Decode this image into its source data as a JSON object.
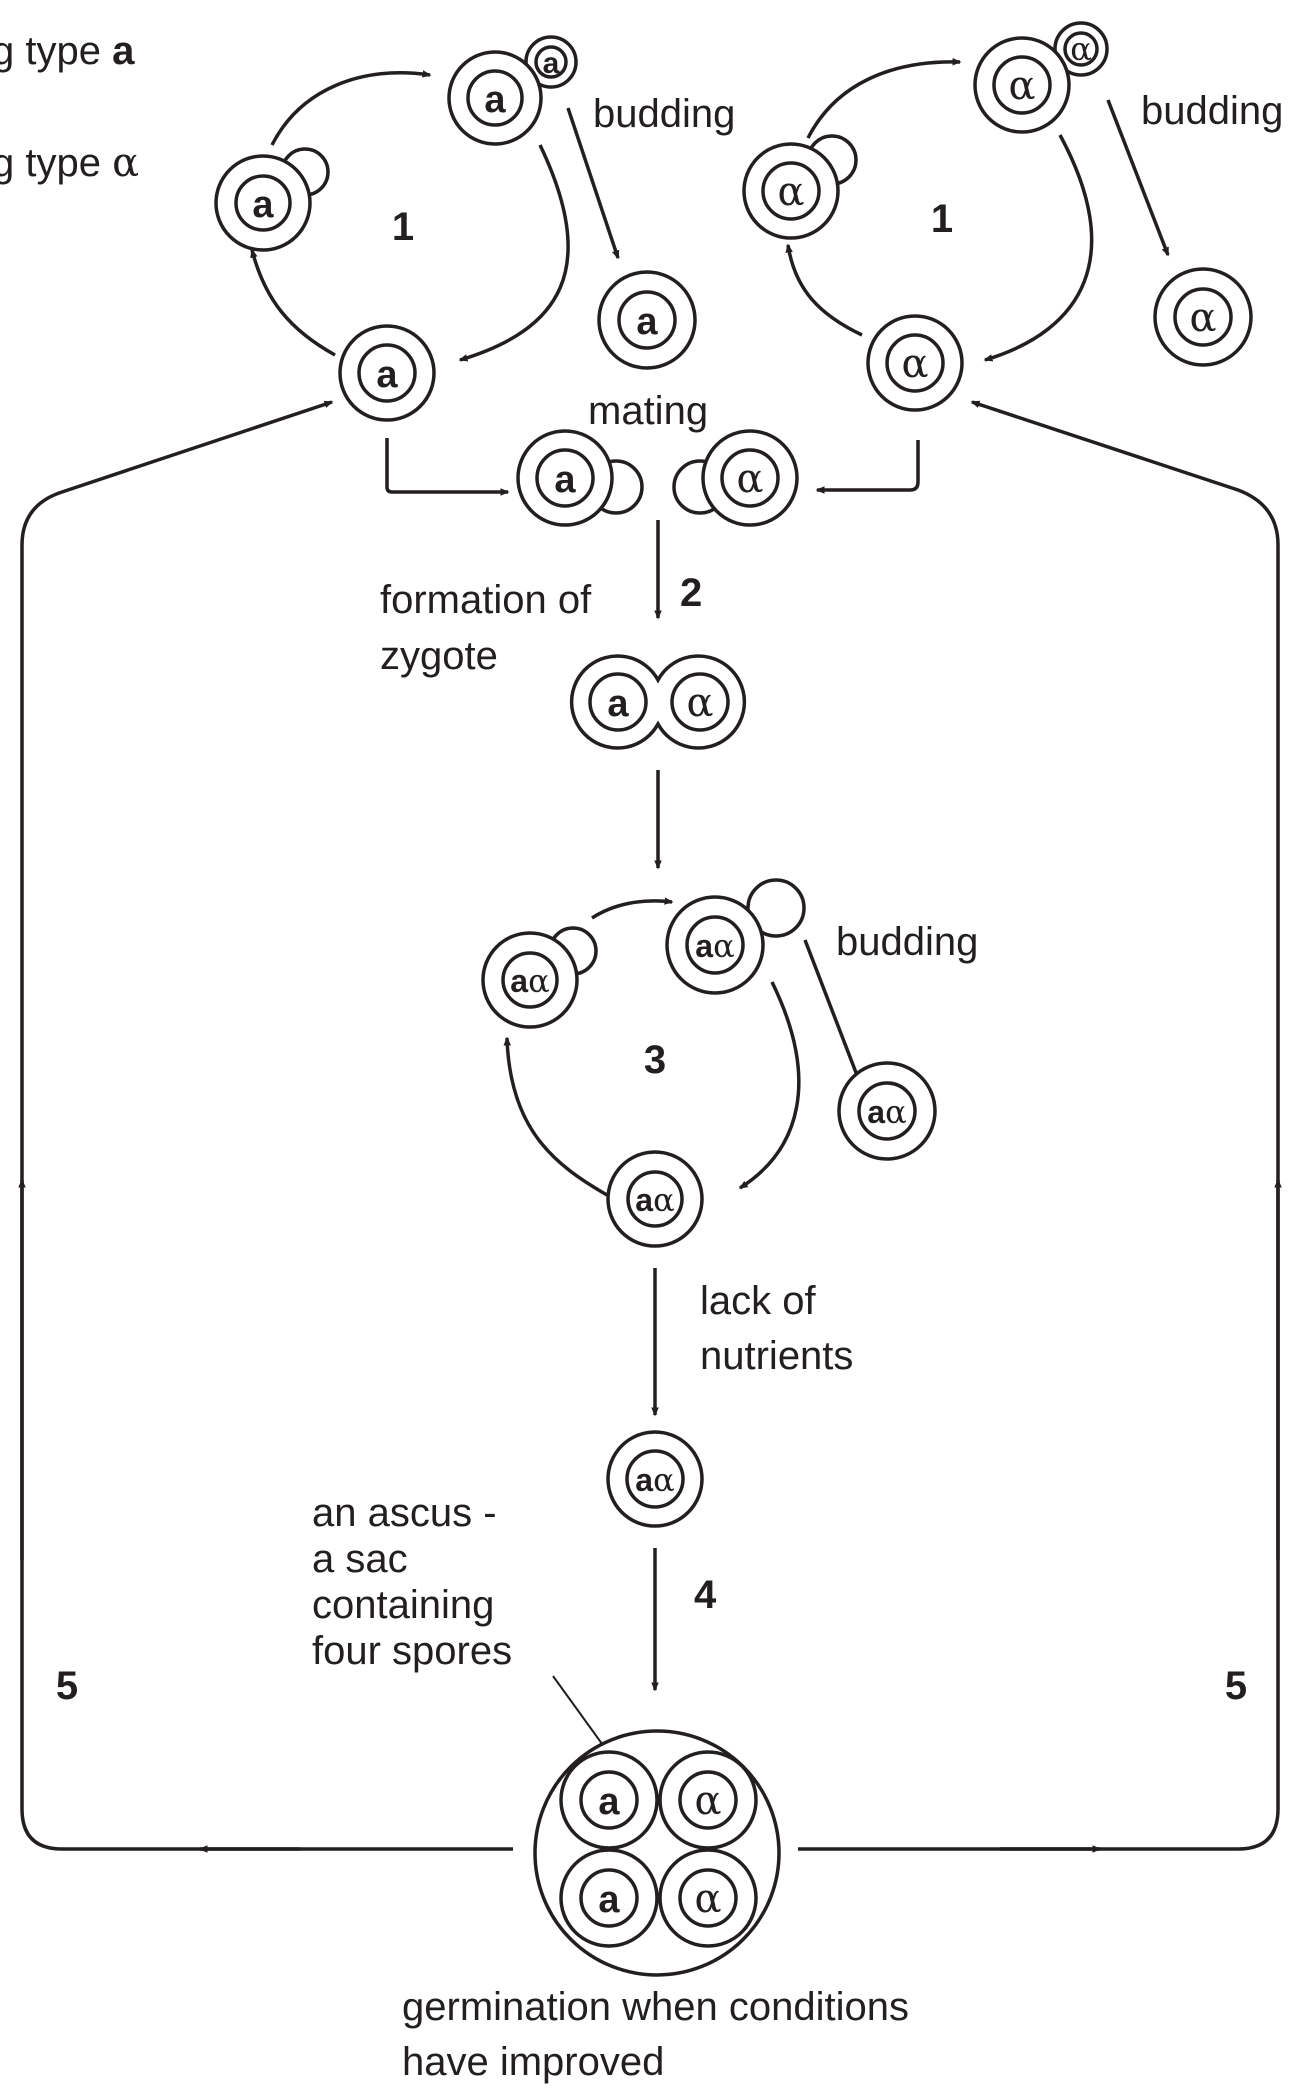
{
  "legend": {
    "type_a": "g type a",
    "type_alpha": "g type α"
  },
  "labels": {
    "budding_a": "budding",
    "budding_alpha": "budding",
    "mating": "mating",
    "formation_line1": "formation of",
    "formation_line2": "zygote",
    "budding_diploid": "budding",
    "lack_line1": "lack of",
    "lack_line2": "nutrients",
    "ascus_line1": "an ascus -",
    "ascus_line2": "a sac",
    "ascus_line3": "containing",
    "ascus_line4": "four spores",
    "germ_line1": "germination when conditions",
    "germ_line2": "have improved"
  },
  "steps": {
    "s1a": "1",
    "s1b": "1",
    "s2": "2",
    "s3": "3",
    "s4": "4",
    "s5a": "5",
    "s5b": "5"
  },
  "cells": {
    "a": "a",
    "alpha": "α",
    "a_part": "a",
    "alpha_part": "α"
  }
}
